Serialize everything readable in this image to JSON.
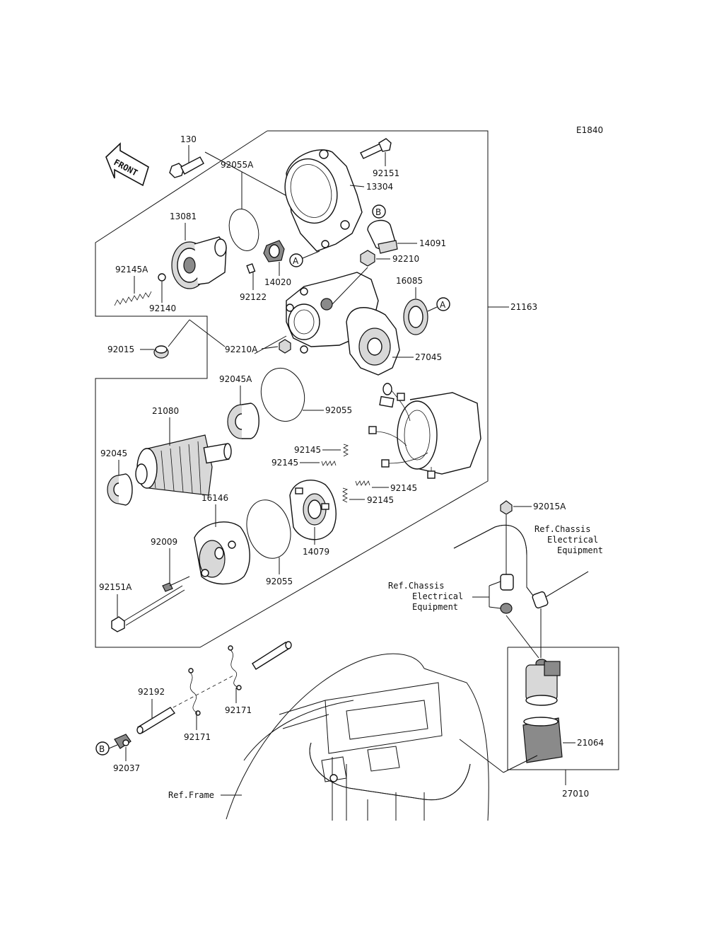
{
  "diagram_code": "E1840",
  "front_label": "FRONT",
  "callouts": [
    "A",
    "B"
  ],
  "parts": {
    "p130": "130",
    "p92151": "92151",
    "p13304": "13304",
    "p92055A": "92055A",
    "p13081": "13081",
    "p14091": "14091",
    "p92145A": "92145A",
    "p14020": "14020",
    "p92210": "92210",
    "p92140": "92140",
    "p92122": "92122",
    "p16085": "16085",
    "p21163": "21163",
    "p92015": "92015",
    "p92210A": "92210A",
    "p27045": "27045",
    "p92045A": "92045A",
    "p92055a": "92055",
    "p21080": "21080",
    "p92145_1": "92145",
    "p92145_2": "92145",
    "p92145_3": "92145",
    "p92145_4": "92145",
    "p92045": "92045",
    "p16146": "16146",
    "p92009": "92009",
    "p14079": "14079",
    "p92055b": "92055",
    "p92015A": "92015A",
    "p92151A": "92151A",
    "p92192": "92192",
    "p92171a": "92171",
    "p92171b": "92171",
    "p92037": "92037",
    "p21064": "21064",
    "p27010": "27010"
  },
  "references": {
    "chassis1_line1": "Ref.Chassis",
    "chassis1_line2": "Electrical",
    "chassis1_line3": "Equipment",
    "chassis2_line1": "Ref.Chassis",
    "chassis2_line2": "Electrical",
    "chassis2_line3": "Equipment",
    "frame": "Ref.Frame"
  }
}
